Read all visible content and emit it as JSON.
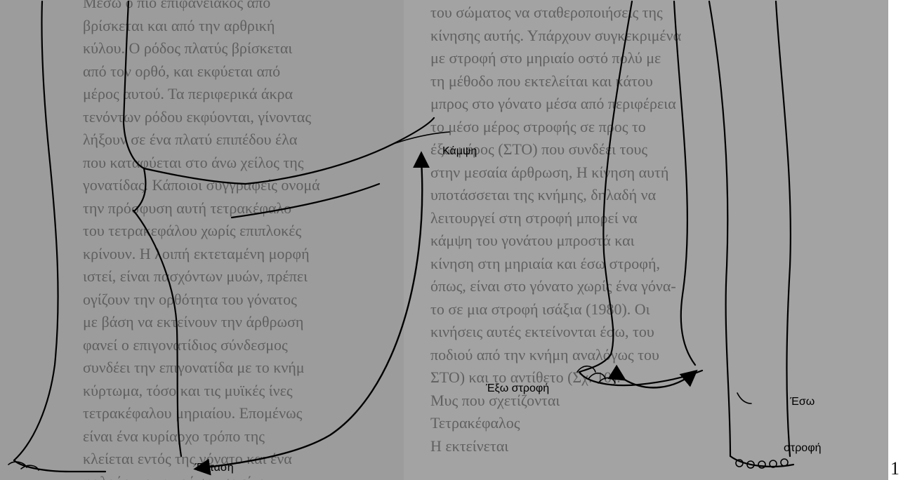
{
  "labels": {
    "flexion": "Κάμψη",
    "extension": "Έκταση",
    "external_rotation": "Έξω στροφή",
    "internal_rotation_line1": "Έσω",
    "internal_rotation_line2": "στροφή"
  },
  "page_number": "1",
  "background_text": {
    "left_column": [
      "Μέσω ο πιο επιφανειακός από",
      "βρίσκεται και από την αρθρική",
      "κύλου. Ο ρόδος πλατύς βρίσκεται",
      "από τον ορθό, και εκφύεται από",
      "μέρος αυτού. Τα περιφερικά άκρα",
      "τενόντων ρόδου εκφύονται, γίνοντας",
      "λήξουν σε ένα πλατύ επιπέδου έλα",
      "που καταφύεται στο άνω χείλος της",
      "γονατίδας. Κάποιοι συγγραφείς ονομά",
      "την πρόσφυση αυτή τετρακέφαλο",
      "του τετρακεφάλου χωρίς επιπλοκές",
      "κρίνουν. Η λοιπή εκτεταμένη μορφή",
      "ιστεί, είναι πασχόντων μυών, πρέπει",
      "ογίζουν την ορθότητα του γόνατος",
      "με βάση να εκτείνουν την άρθρωση",
      "φανεί ο επιγονατίδιος σύνδεσμος",
      "συνδέει την επιγονατίδα με το κνήμ",
      "κύρτωμα, τόσο και τις μυϊκές ίνες",
      "τετρακέφαλου μηριαίου. Επομένως",
      "είναι ένα κυρίαρχο τρόπο της",
      "κλείεται εντός της γόνατο και ένα",
      "φαλούς, και η πρόσφυση είναι"
    ],
    "right_column": [
      "του σώματος να σταθεροποιήσεις της",
      "κίνησης αυτής. Υπάρχουν συγκεκριμένα",
      "με στροφή στο μηριαίο οστό πολύ με",
      "τη μέθοδο που εκτελείται και κάτου",
      "μπρος στο γόνατο μέσα από περιφέρεια",
      "το μέσο μέρος στροφής σε προς το",
      "έξω μέρος (ΣΤΟ) που συνδέει τους",
      "στην μεσαία άρθρωση, Η κίνηση αυτή",
      "υποτάσσεται της κνήμης, δηλαδή να",
      "λειτουργεί στη στροφή μπορεί να",
      "κάμψη του γονάτου μπροστά και",
      "κίνηση στη μηριαία και έσω στροφή,",
      "όπως, είναι στο γόνατο χωρίς ένα γόνα-",
      "το σε μια στροφή ισάξια (1980). Οι",
      "κινήσεις αυτές εκτείνονται έσω, του",
      "ποδιού από την κνήμη αναλόγως του",
      "ΣΤΟ) και το αντίθετο (Σχ. 10).",
      "",
      "",
      "Μυς που σχετίζονται",
      "Τετρακέφαλος",
      "",
      "Η εκτείνεται"
    ]
  },
  "colors": {
    "paper": "#ffffff",
    "scan_gray": "#9c9c9c",
    "ink": "#000000"
  }
}
